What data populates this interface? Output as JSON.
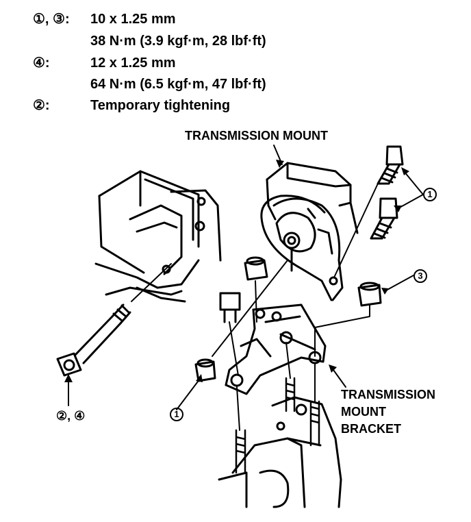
{
  "specs": [
    {
      "ref": "①, ③:",
      "size": "10 x 1.25 mm",
      "torque": "38 N·m (3.9 kgf·m, 28 lbf·ft)"
    },
    {
      "ref": "④:",
      "size": "12 x 1.25 mm",
      "torque": "64 N·m (6.5 kgf·m, 47 lbf·ft)"
    },
    {
      "ref": "②:",
      "size": "Temporary tightening"
    }
  ],
  "labels": {
    "transmission_mount": "TRANSMISSION MOUNT",
    "bracket_line1": "TRANSMISSION",
    "bracket_line2": "MOUNT",
    "bracket_line3": "BRACKET"
  },
  "callouts": {
    "bolt_upper": "1",
    "bolt_lower": "1",
    "nut_right": "3",
    "long_bolt": "②, ④"
  }
}
